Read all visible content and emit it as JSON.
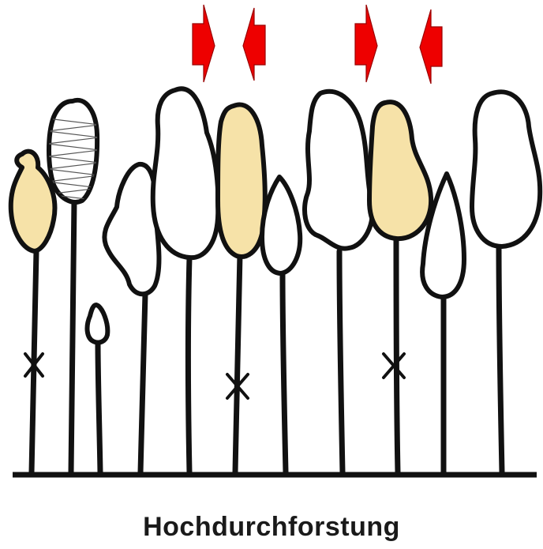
{
  "diagram": {
    "caption": "Hochdurchforstung",
    "colors": {
      "line": "#111111",
      "future_tree_crown": "#f6e2a8",
      "crown": "#ffffff",
      "arrow": "#ee0000"
    },
    "trees": [
      {
        "kind": "future-tree",
        "removal_mark": true
      },
      {
        "kind": "hatched-tree",
        "removal_mark": false
      },
      {
        "kind": "small-tree",
        "removal_mark": false
      },
      {
        "kind": "tree",
        "removal_mark": false
      },
      {
        "kind": "tree",
        "removal_mark": false
      },
      {
        "kind": "future-tree",
        "removal_mark": true
      },
      {
        "kind": "tree",
        "removal_mark": false
      },
      {
        "kind": "tree",
        "removal_mark": false
      },
      {
        "kind": "future-tree",
        "removal_mark": true
      },
      {
        "kind": "tree",
        "removal_mark": false
      },
      {
        "kind": "tree",
        "removal_mark": false
      }
    ],
    "arrows": [
      "right",
      "left",
      "right",
      "left"
    ]
  }
}
